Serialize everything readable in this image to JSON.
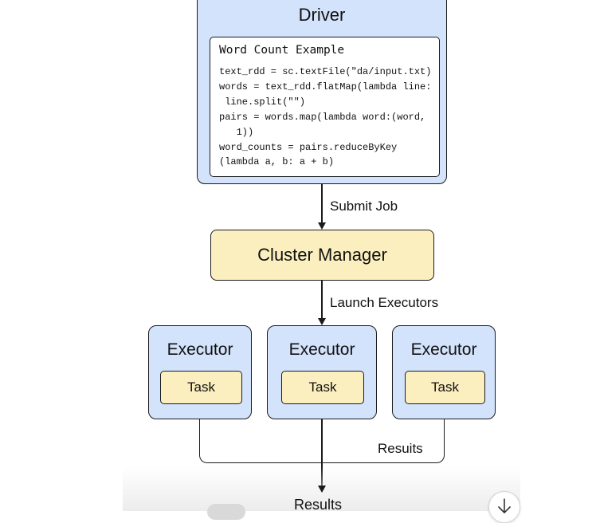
{
  "driver": {
    "title": "Driver",
    "code_title": "Word Count Example",
    "code": "text_rdd = sc.textFile(\"da/input.txt)\nwords = text_rdd.flatMap(lambda line:\n line.split(\"\")\npairs = words.map(lambda word:(word,\n   1))\nword_counts = pairs.reduceByKey\n(lambda a, b: a + b)"
  },
  "connectors": {
    "submit": "Submit Job",
    "launch": "Launch Executors",
    "results_side": "Resuits",
    "results_bottom": "Results"
  },
  "cluster_manager": {
    "label": "Cluster Manager"
  },
  "executors": [
    {
      "title": "Executor",
      "task": "Task"
    },
    {
      "title": "Executor",
      "task": "Task"
    },
    {
      "title": "Executor",
      "task": "Task"
    }
  ],
  "footer": {
    "scroll_icon": "arrow-down-icon"
  }
}
